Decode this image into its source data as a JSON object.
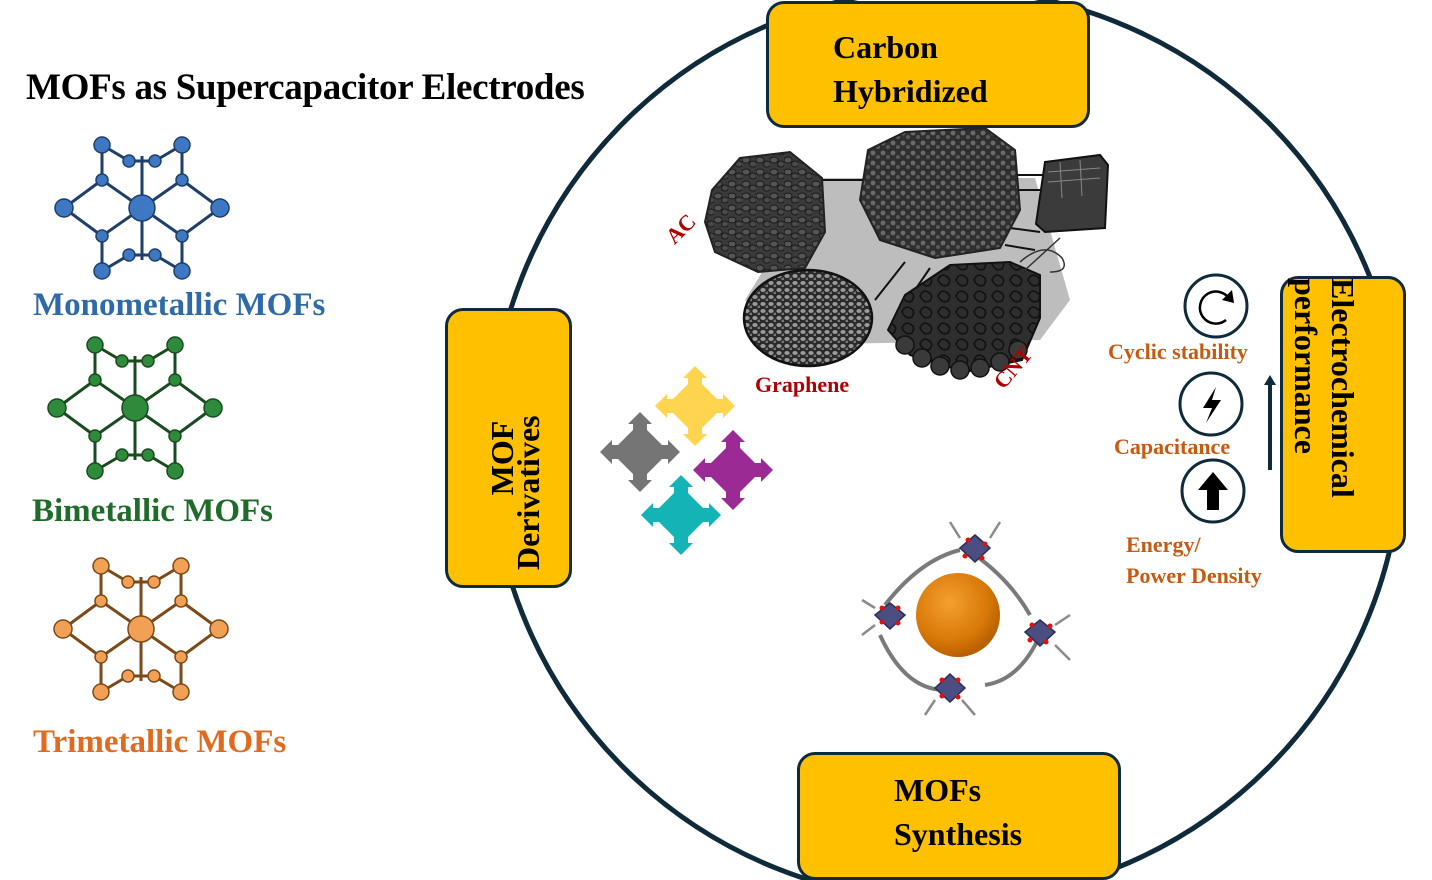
{
  "title": "MOFs as Supercapacitor Electrodes",
  "mof_types": [
    {
      "label": "Monometallic MOFs",
      "color": "#2E6AA8",
      "node_color": "#3E78C2"
    },
    {
      "label": "Bimetallic MOFs",
      "color": "#1F6B2A",
      "node_color": "#2F8B3C"
    },
    {
      "label": "Trimetallic MOFs",
      "color": "#E06A20",
      "node_color": "#F2A055"
    }
  ],
  "cycle": {
    "ring_color": "#0f2a3a",
    "box_color": "#FFC000",
    "nodes": [
      {
        "id": "carbon",
        "lines": [
          "Carbon",
          "Hybridized"
        ]
      },
      {
        "id": "derivatives",
        "lines": [
          "MOF",
          "Derivatives"
        ]
      },
      {
        "id": "synthesis",
        "lines": [
          "MOFs",
          "Synthesis"
        ]
      },
      {
        "id": "performance",
        "lines": [
          "Electrochemical",
          "performance"
        ]
      }
    ]
  },
  "carbon_materials": {
    "labels": [
      "AC",
      "Graphene",
      "CNT"
    ],
    "label_color": "#b00000"
  },
  "performance_metrics": [
    {
      "icon": "cycle-arrow-icon",
      "label": "Cyclic stability"
    },
    {
      "icon": "lightning-bolt-icon",
      "label": "Capacitance"
    },
    {
      "icon": "up-arrow-icon",
      "label_lines": [
        "Energy/",
        "Power Density"
      ]
    }
  ],
  "derivative_pieces": [
    {
      "color": "#FFD54F"
    },
    {
      "color": "#757575"
    },
    {
      "color": "#9C2A94"
    },
    {
      "color": "#14B3B5"
    }
  ]
}
